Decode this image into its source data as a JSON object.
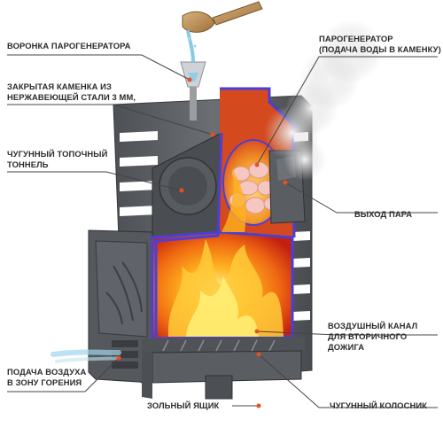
{
  "labels": {
    "funnel": "ВОРОНКА ПАРОГЕНЕРАТОРА",
    "stone_box": "ЗАКРЫТАЯ КАМЕНКА ИЗ\nНЕРЖАВЕЮЩЕЙ СТАЛИ 3 мм,",
    "tunnel": "ЧУГУННЫЙ ТОПОЧНЫЙ\nТОННЕЛЬ",
    "steam_gen": "ПАРОГЕНЕРАТОР\n(ПОДАЧА ВОДЫ В КАМЕНКУ)",
    "steam_out": "ВЫХОД ПАРА",
    "air_channel": "ВОЗДУШНЫЙ КАНАЛ\nДЛЯ ВТОРИЧНОГО ДОЖИГА",
    "air_supply": "ПОДАЧА ВОЗДУХА\nВ ЗОНУ ГОРЕНИЯ",
    "ash_box": "ЗОЛЬНЫЙ ЯЩИК",
    "grate": "ЧУГУННЫЙ КОЛОСНИК"
  },
  "colors": {
    "callout_dot": "#e8501e",
    "leader": "#444444",
    "body_metal": "#5f6266",
    "flame_orange": "#f7941d",
    "flame_red": "#d7261e",
    "channel_blue": "#4b3fd8",
    "steam": "#d9d9d9",
    "water": "#8fcde8"
  }
}
